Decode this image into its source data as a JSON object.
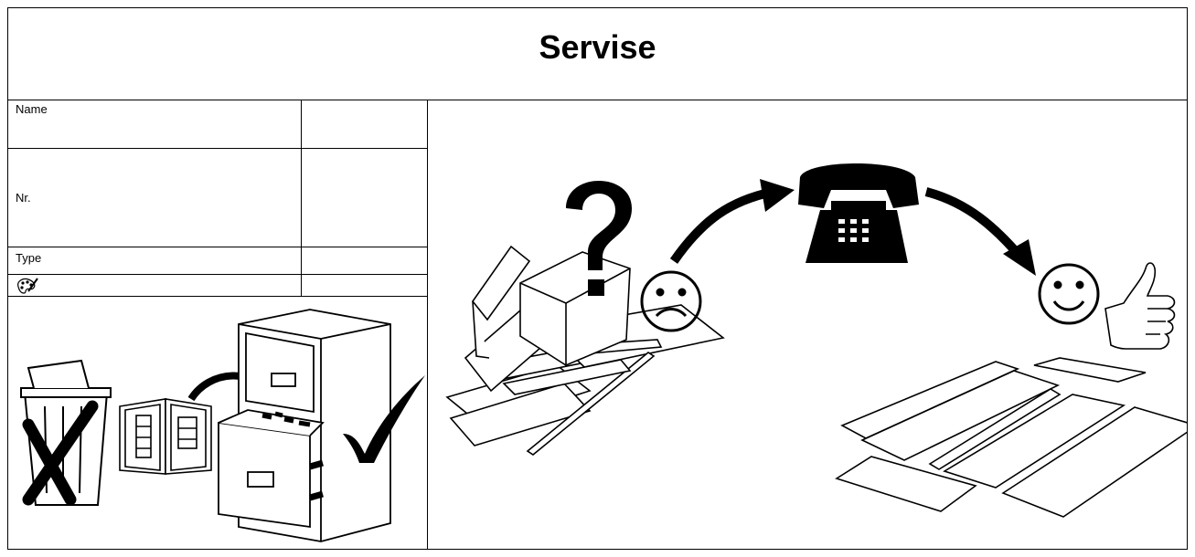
{
  "title": "Servise",
  "fields": {
    "name_label": "Name",
    "nr_label": "Nr.",
    "type_label": "Type",
    "name_value": "",
    "nr_value": "",
    "type_value": "",
    "color_value": ""
  },
  "icons": {
    "color": "palette-icon",
    "trash": "trash-bin-icon",
    "cross": "cross-icon",
    "booklet": "manual-booklet-icon",
    "arrow": "curved-arrow-icon",
    "cabinet": "filing-cabinet-icon",
    "check": "checkmark-icon",
    "question": "question-mark-icon",
    "sad": "sad-face-icon",
    "phone": "telephone-icon",
    "happy": "happy-face-icon",
    "thumb": "thumbs-up-icon"
  }
}
